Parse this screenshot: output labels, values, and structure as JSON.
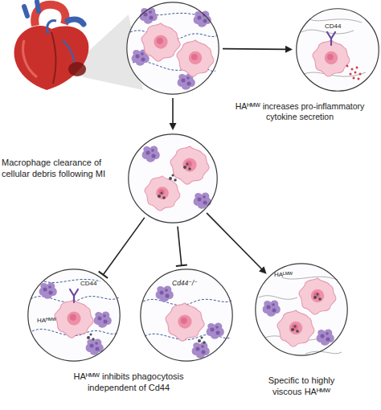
{
  "diagram": {
    "nodes": [
      {
        "text": []
      },
      {
        "text": [
          "CD44",
          "HAᴴᴹᵂ increases pro-inflammatory cytokine secretion"
        ]
      },
      {
        "text": [
          "Macrophage clearance of cellular debris following MI"
        ]
      },
      {
        "text": [
          "CD44",
          "HAᴴᴹᵂ"
        ]
      },
      {
        "text": [
          "Cd44⁻/⁻"
        ]
      },
      {
        "text": [
          "HAᴸᴹᵂ",
          "Specific to highly viscous HAᴴᴹᵂ"
        ]
      }
    ],
    "edges": [
      {
        "from": 0,
        "to": 1,
        "arrow": "to"
      },
      {
        "from": 0,
        "to": 2,
        "arrow": "to"
      },
      {
        "from": 2,
        "to": 3,
        "arrow": "to"
      },
      {
        "from": 2,
        "to": 4,
        "arrow": "to"
      },
      {
        "from": 2,
        "to": 5,
        "arrow": "to"
      }
    ],
    "labels": [
      "HAᴴᴹᵂ inhibits phagocytosis independent of Cd44"
    ]
  }
}
